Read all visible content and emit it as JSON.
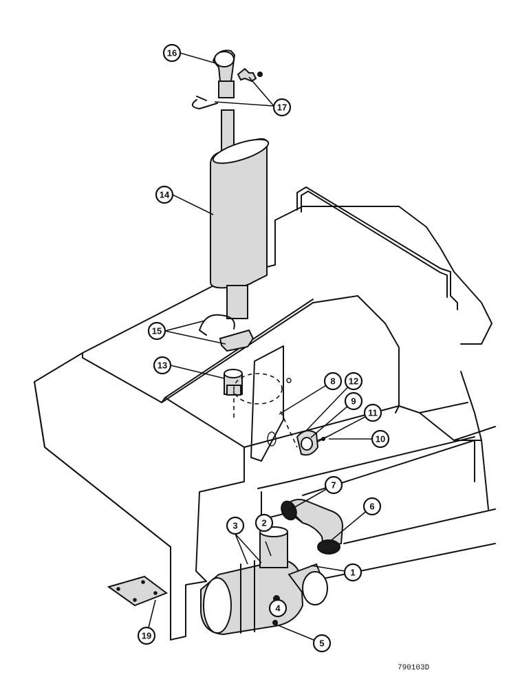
{
  "callouts": [
    "1",
    "2",
    "3",
    "4",
    "5",
    "6",
    "7",
    "8",
    "9",
    "10",
    "11",
    "12",
    "13",
    "14",
    "15",
    "16",
    "17",
    "19"
  ],
  "drawing_number": "790103D"
}
